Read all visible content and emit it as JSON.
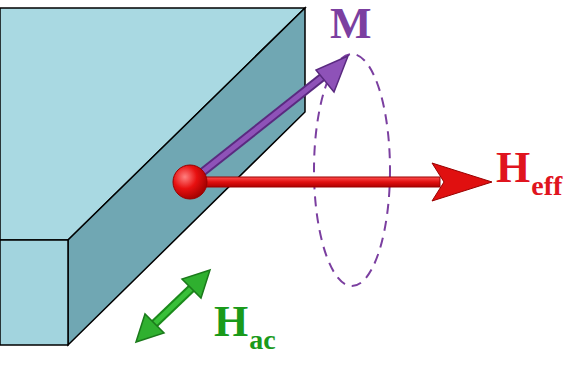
{
  "diagram": {
    "labels": [
      "M",
      "H",
      "eff",
      "H",
      "ac"
    ]
  }
}
